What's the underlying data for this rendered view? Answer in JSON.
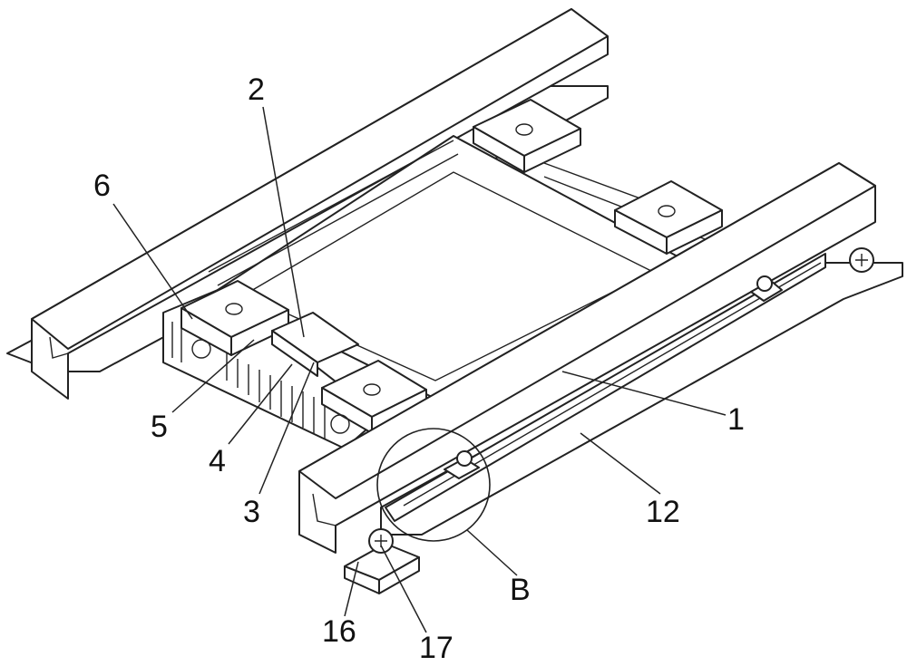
{
  "figure": {
    "labels": {
      "l1": "1",
      "l2": "2",
      "l3": "3",
      "l4": "4",
      "l5": "5",
      "l6": "6",
      "l12": "12",
      "lB": "B",
      "l16": "16",
      "l17": "17"
    }
  }
}
